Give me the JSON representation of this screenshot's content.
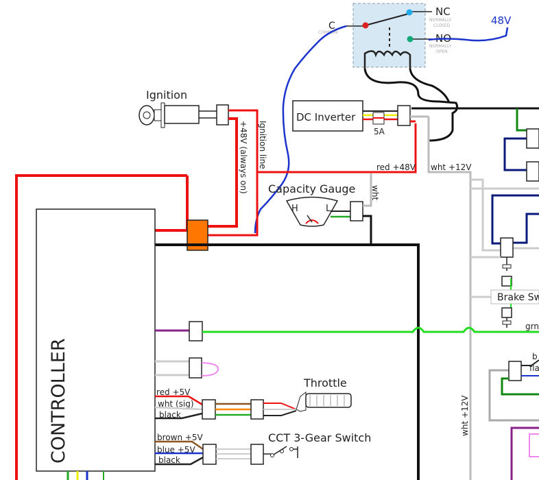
{
  "relay": {
    "c_label": "C",
    "c_sub": "COMMON",
    "nc_label": "NC",
    "nc_sub1": "NORMALLY",
    "nc_sub2": "CLOSED",
    "no_label": "NO",
    "no_sub1": "NORMALLY",
    "no_sub2": "OPEN"
  },
  "voltage_48": "48V",
  "ignition_label": "Ignition",
  "dc_inverter_label": "DC Inverter",
  "fuse_label": "5A",
  "plus48_label": "+48V (always on)",
  "ignition_line_label": "Ignition line",
  "red48_label": "red +48V",
  "wht12_label": "wht +12V",
  "wht_label": "wht",
  "capacity_gauge_label": "Capacity Gauge",
  "gauge_h": "H",
  "gauge_l": "L",
  "controller_label": "CONTROLLER",
  "brake_sw_label": "Brake Sw",
  "grn_label": "grn",
  "throttle_label": "Throttle",
  "red5v_label": "red +5V",
  "whtsig_label": "wht (sig)",
  "black_label": "black",
  "cct_label": "CCT 3-Gear Switch",
  "brown5v_label": "brown +5V",
  "blue5v_label": "blue +5V",
  "black2_label": "black",
  "wht12_vert_label": "wht +12V",
  "b_label": "b",
  "fla_label": "fla",
  "colors": {
    "red": "#ee1111",
    "blue": "#1a33cc",
    "green": "#22dd22",
    "darkgreen": "#118811",
    "navy": "#0a1a7a",
    "gray": "#bbbbbb",
    "orange": "#ff7700",
    "purple": "#882288",
    "pink": "#ee88ee"
  }
}
